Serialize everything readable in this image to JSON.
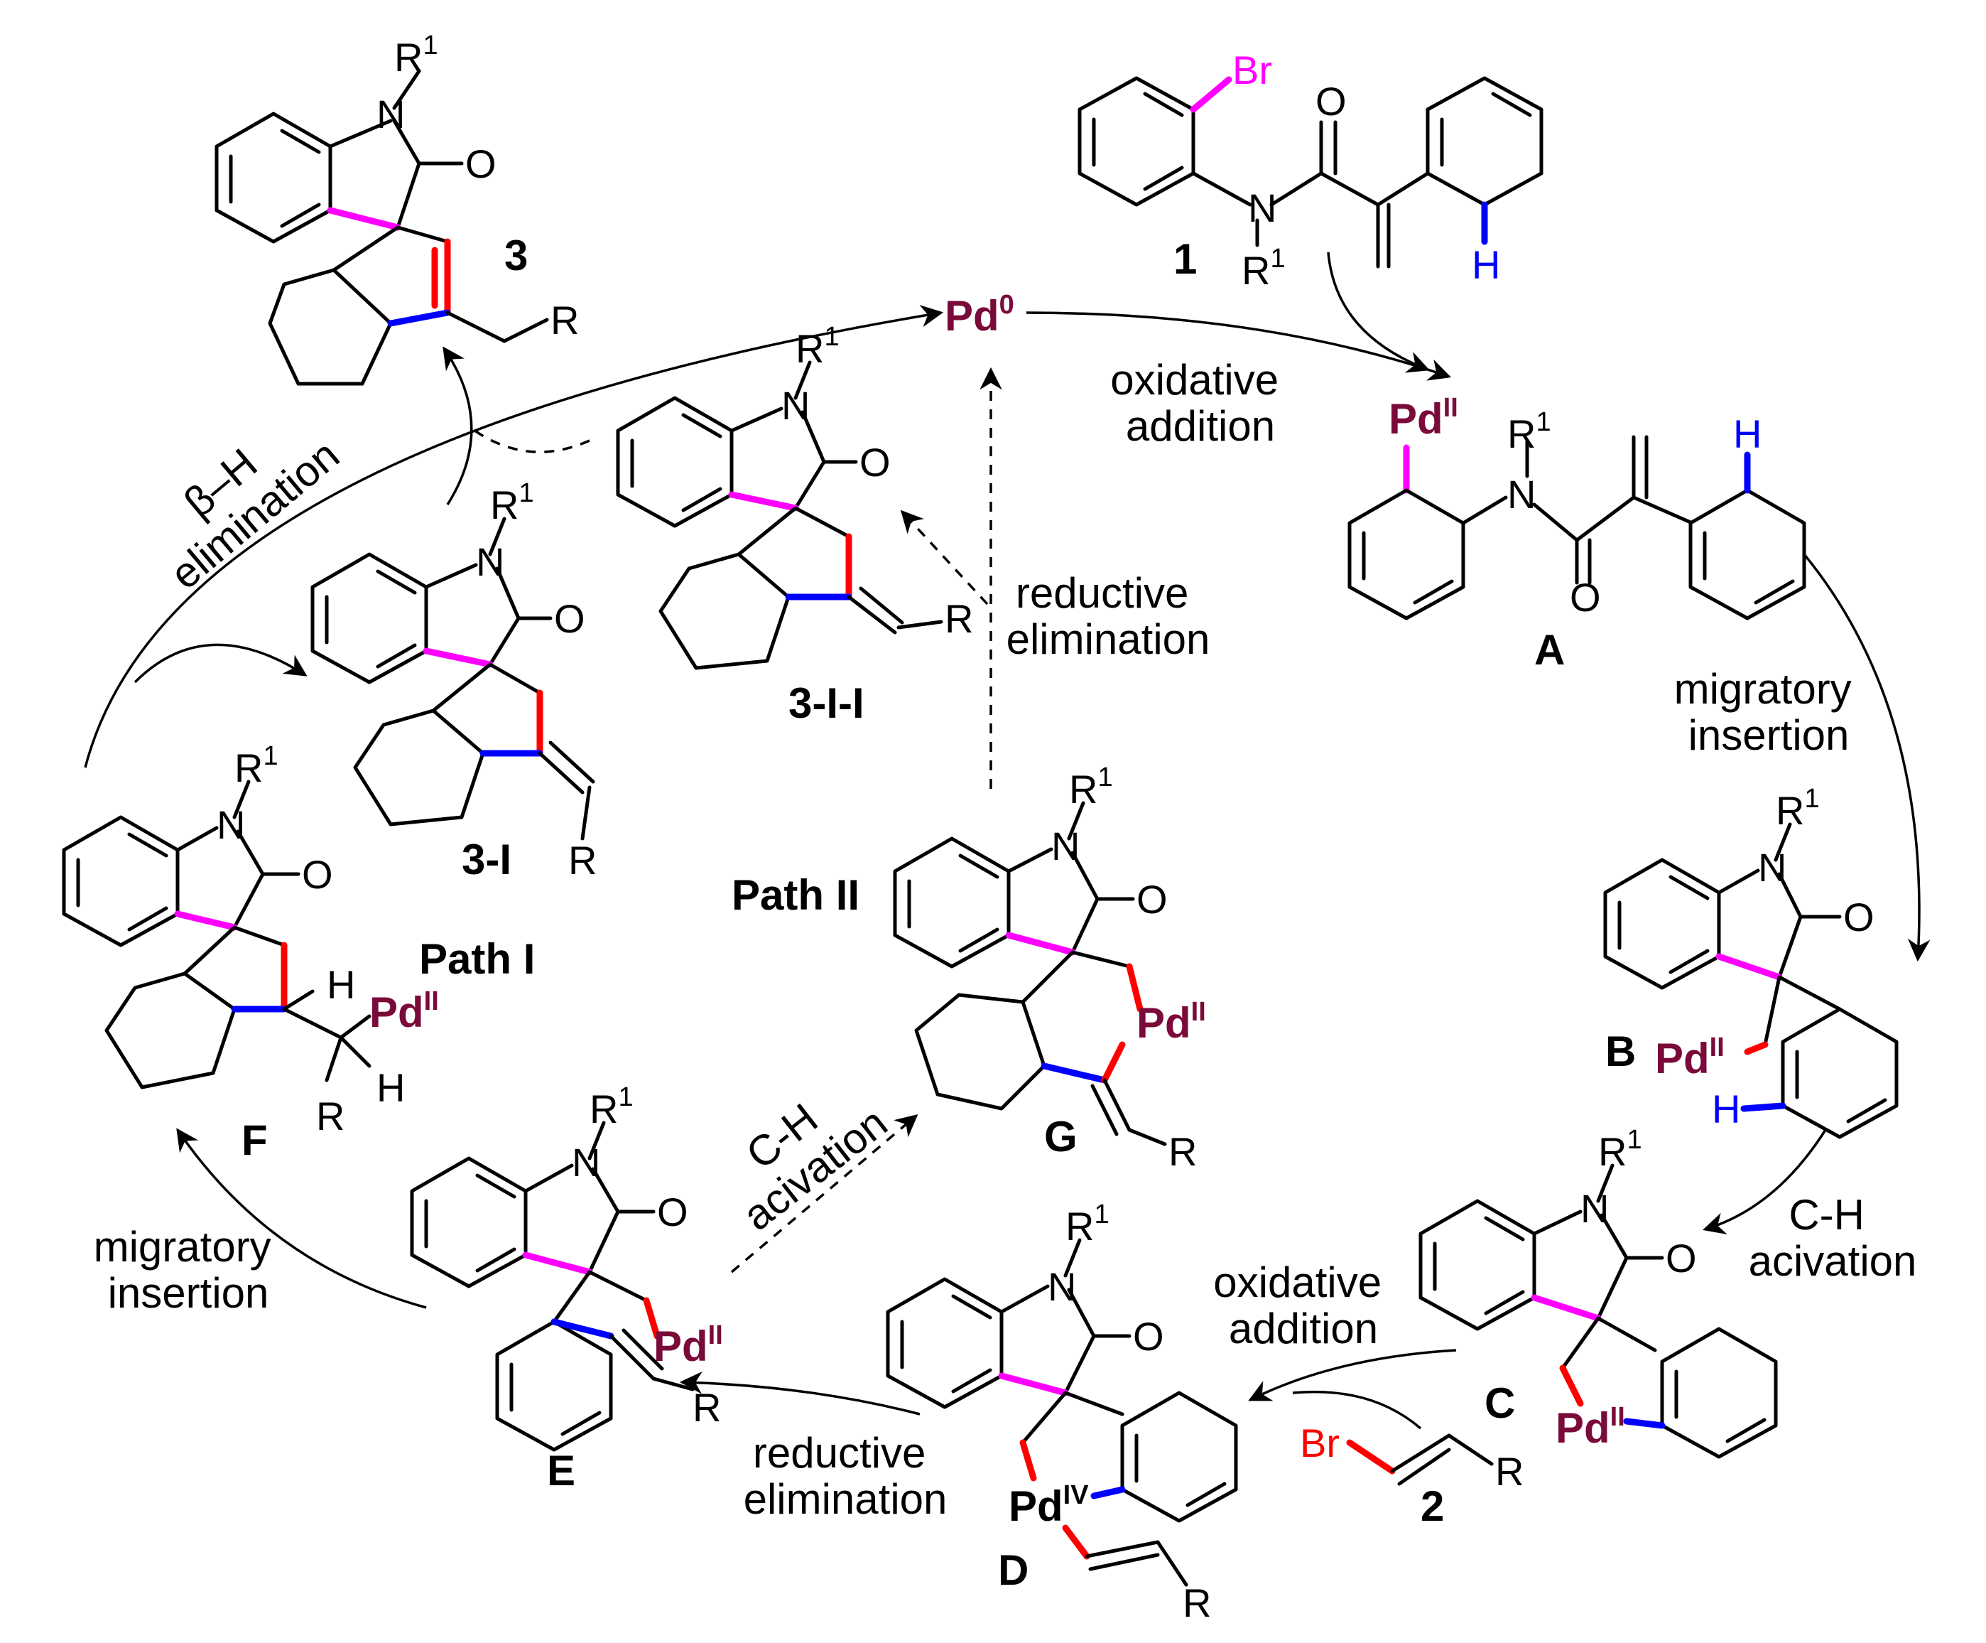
{
  "labels": {
    "pd0": "Pd",
    "pd0_sup": "0",
    "pd_ii": "Pd",
    "pd_ii_sup": "II",
    "pd_iv": "Pd",
    "pd_iv_sup": "IV",
    "br": "Br",
    "h": "H",
    "n": "N",
    "o": "O",
    "r": "R",
    "r1": "R",
    "r1_sup": "1"
  },
  "compounds": {
    "c1": "1",
    "c2": "2",
    "c3": "3",
    "c3I": "3-I",
    "c3II": "3-I-I",
    "A": "A",
    "B": "B",
    "C": "C",
    "D": "D",
    "E": "E",
    "F": "F",
    "G": "G"
  },
  "steps": {
    "oxidative_addition_1": [
      "oxidative",
      "addition"
    ],
    "migratory_insertion_1": [
      "migratory",
      "insertion"
    ],
    "ch_activation_1": [
      "C-H",
      "acivation"
    ],
    "oxidative_addition_2": [
      "oxidative",
      "addition"
    ],
    "reductive_elimination_1": [
      "reductive",
      "elimination"
    ],
    "migratory_insertion_2": [
      "migratory",
      "insertion"
    ],
    "ch_activation_2": [
      "C-H",
      "acivation"
    ],
    "reductive_elimination_2": [
      "reductive",
      "elimination"
    ],
    "beta_h_elimination": [
      "β–H",
      "elimination"
    ]
  },
  "paths": {
    "path_I": "Path I",
    "path_II": "Path II"
  },
  "colors": {
    "pd": "#7a0a3a",
    "c_aryl_bond": "#ff00ff",
    "c_pd_bond": "#ff0000",
    "c_h_bond": "#0000ff",
    "black": "#000000"
  }
}
